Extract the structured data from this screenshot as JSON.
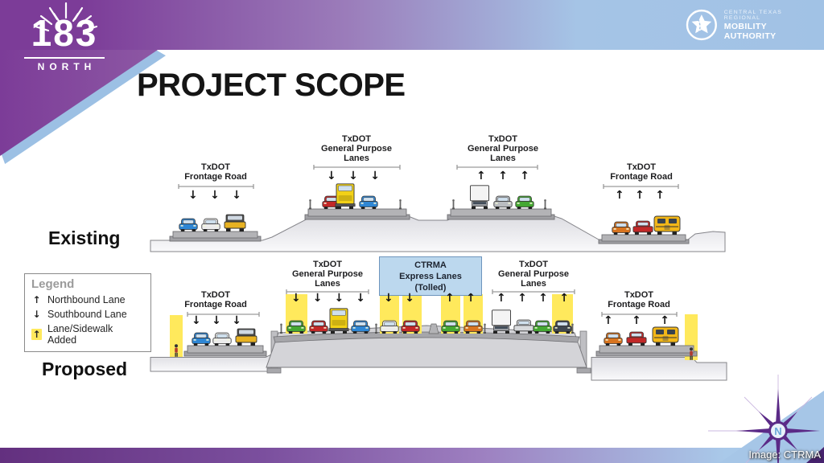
{
  "slide": {
    "title": "PROJECT SCOPE",
    "credit": "Image: CTRMA"
  },
  "brand": {
    "logo_183": {
      "number": "183",
      "region": "NORTH"
    },
    "ctrma": {
      "line1": "CENTRAL TEXAS REGIONAL",
      "line2": "MOBILITY AUTHORITY"
    },
    "compass_n": "N"
  },
  "glyphs": {
    "up": "↑",
    "down": "↓"
  },
  "legend": {
    "title": "Legend",
    "items": [
      {
        "glyph": "↑",
        "label": "Northbound Lane",
        "highlight": false
      },
      {
        "glyph": "↓",
        "label": "Southbound Lane",
        "highlight": false
      },
      {
        "glyph": "↑",
        "label": "Lane/Sidewalk Added",
        "highlight": true
      }
    ]
  },
  "sections": {
    "existing": {
      "label": "Existing",
      "roadways": [
        {
          "name_lines": [
            "TxDOT",
            "Frontage Road"
          ],
          "lanes": 3,
          "direction": "southbound"
        },
        {
          "name_lines": [
            "TxDOT",
            "General Purpose",
            "Lanes"
          ],
          "lanes": 3,
          "direction": "southbound"
        },
        {
          "name_lines": [
            "TxDOT",
            "General Purpose",
            "Lanes"
          ],
          "lanes": 3,
          "direction": "northbound"
        },
        {
          "name_lines": [
            "TxDOT",
            "Frontage Road"
          ],
          "lanes": 3,
          "direction": "northbound"
        }
      ]
    },
    "proposed": {
      "label": "Proposed",
      "roadways": [
        {
          "name_lines": [
            "TxDOT",
            "Frontage Road"
          ],
          "lanes": 3,
          "direction": "southbound",
          "added_lanes": 0
        },
        {
          "name_lines": [
            "TxDOT",
            "General Purpose",
            "Lanes"
          ],
          "lanes": 4,
          "direction": "southbound",
          "added_lanes": 1
        },
        {
          "name_lines": [
            "CTRMA",
            "Express Lanes",
            "(Tolled)"
          ],
          "lanes": 4,
          "direction": "2 southbound / 2 northbound",
          "added_lanes": 4,
          "tolled": true
        },
        {
          "name_lines": [
            "TxDOT",
            "General Purpose",
            "Lanes"
          ],
          "lanes": 4,
          "direction": "northbound",
          "added_lanes": 1
        },
        {
          "name_lines": [
            "TxDOT",
            "Frontage Road"
          ],
          "lanes": 3,
          "direction": "northbound",
          "added_lanes": 0
        }
      ],
      "sidewalks_added": 2
    }
  },
  "colors": {
    "purple": "#7c3c98",
    "light_blue": "#a5c4e6",
    "highlight_yellow": "#ffe95c",
    "express_box_fill": "#bcd8ee",
    "express_box_border": "#6e95bd"
  }
}
